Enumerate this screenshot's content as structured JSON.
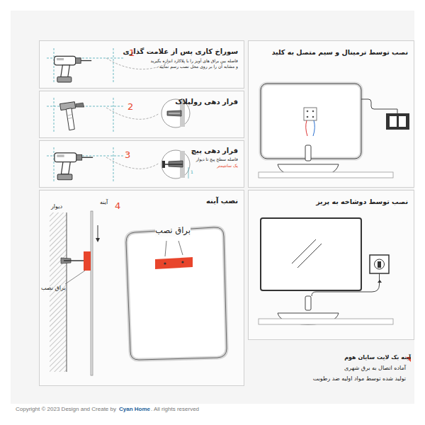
{
  "diagram": {
    "nodes": [
      {
        "text": [
          "سوراخ کاری پس از علامت گذاری",
          "فاصله بین براق های آویز را با پلاکارد اندازه بگیرید و مشابه آن را بر روی محل نصب رسم نمایید ."
        ]
      },
      {
        "text": [
          "قرار دهی رولپلاک"
        ]
      },
      {
        "text": [
          "قرار دهی پیچ",
          "فاصله سطح پیچ تا دیوار",
          "یک سانتیمتر"
        ]
      },
      {
        "text": [
          "نصب آینه"
        ]
      },
      {
        "text": [
          "نصب توسط ترمینال و سیم متصل به کلید"
        ]
      },
      {
        "text": [
          "نصب توسط دوشاخه به پریز"
        ]
      }
    ],
    "labels": [
      "1",
      "2",
      "3",
      "4",
      "1",
      "آینه",
      "دیوار",
      "براق نصب",
      "براق نصب",
      "آینه بک لایت سایان هوم",
      "آماده اتصال به برق شهری",
      "تولید شده توسط مواد اولیه ضد رطوبت",
      "Copyright © 2023 Design and Create by",
      "Cyan Home",
      ". All rights reserved"
    ]
  }
}
